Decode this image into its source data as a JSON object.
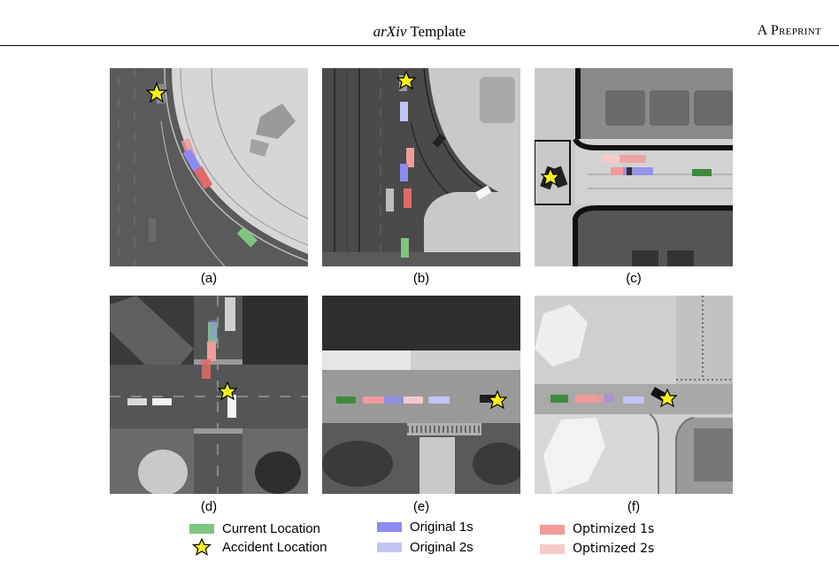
{
  "header": {
    "title_italic": "arXiv",
    "title_rest": " Template",
    "running_head": "A Preprint"
  },
  "panels": [
    {
      "id": "a",
      "caption": "(a)"
    },
    {
      "id": "b",
      "caption": "(b)"
    },
    {
      "id": "c",
      "caption": "(c)"
    },
    {
      "id": "d",
      "caption": "(d)"
    },
    {
      "id": "e",
      "caption": "(e)"
    },
    {
      "id": "f",
      "caption": "(f)"
    }
  ],
  "legend": {
    "current_location": "Current Location",
    "accident_location": "Accident Location",
    "original_1s": "Original 1s",
    "original_2s": "Original 2s",
    "optimized_1s": "Optimized 1s",
    "optimized_2s": "Optimized 2s"
  },
  "colors": {
    "current": "#7fc47f",
    "original_1s": "#8c8cf0",
    "original_2s": "#c4c4f2",
    "optimized_1s": "#f29a9a",
    "optimized_2s": "#f7c9c9",
    "star": "#f7f21a"
  }
}
